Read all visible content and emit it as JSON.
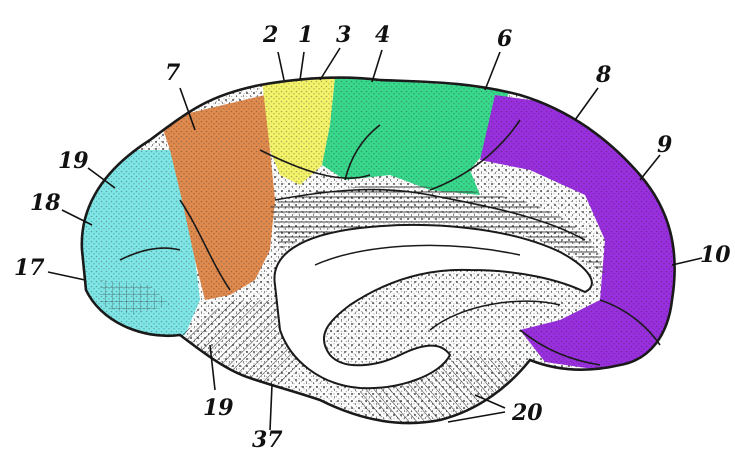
{
  "diagram": {
    "labels": [
      {
        "id": "l2",
        "text": "2"
      },
      {
        "id": "l1",
        "text": "1"
      },
      {
        "id": "l3",
        "text": "3"
      },
      {
        "id": "l4",
        "text": "4"
      },
      {
        "id": "l6",
        "text": "6"
      },
      {
        "id": "l7",
        "text": "7"
      },
      {
        "id": "l8",
        "text": "8"
      },
      {
        "id": "l9",
        "text": "9"
      },
      {
        "id": "l10",
        "text": "10"
      },
      {
        "id": "l19a",
        "text": "19"
      },
      {
        "id": "l18",
        "text": "18"
      },
      {
        "id": "l17",
        "text": "17"
      },
      {
        "id": "l19b",
        "text": "19"
      },
      {
        "id": "l37",
        "text": "37"
      },
      {
        "id": "l20",
        "text": "20"
      }
    ],
    "colors": {
      "yellow": "#f4f36a",
      "green": "#38d98c",
      "orange": "#e08a4e",
      "cyan": "#7ee6e6",
      "purple": "#9a2fe0",
      "outline": "#1a1a1a"
    }
  }
}
